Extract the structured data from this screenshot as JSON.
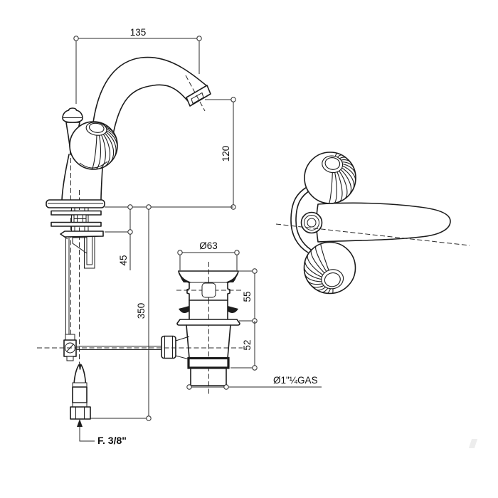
{
  "drawing": {
    "dimensions": {
      "spout_reach": "135",
      "spout_height": "120",
      "deck_clearance": "45",
      "supply_length": "350",
      "waste_flange_diameter": "Ø63",
      "waste_upper_height": "55",
      "waste_lower_height": "52"
    },
    "labels": {
      "waste_thread": "Ø1\"¼GAS",
      "supply_thread": "F. 3/8\""
    }
  }
}
